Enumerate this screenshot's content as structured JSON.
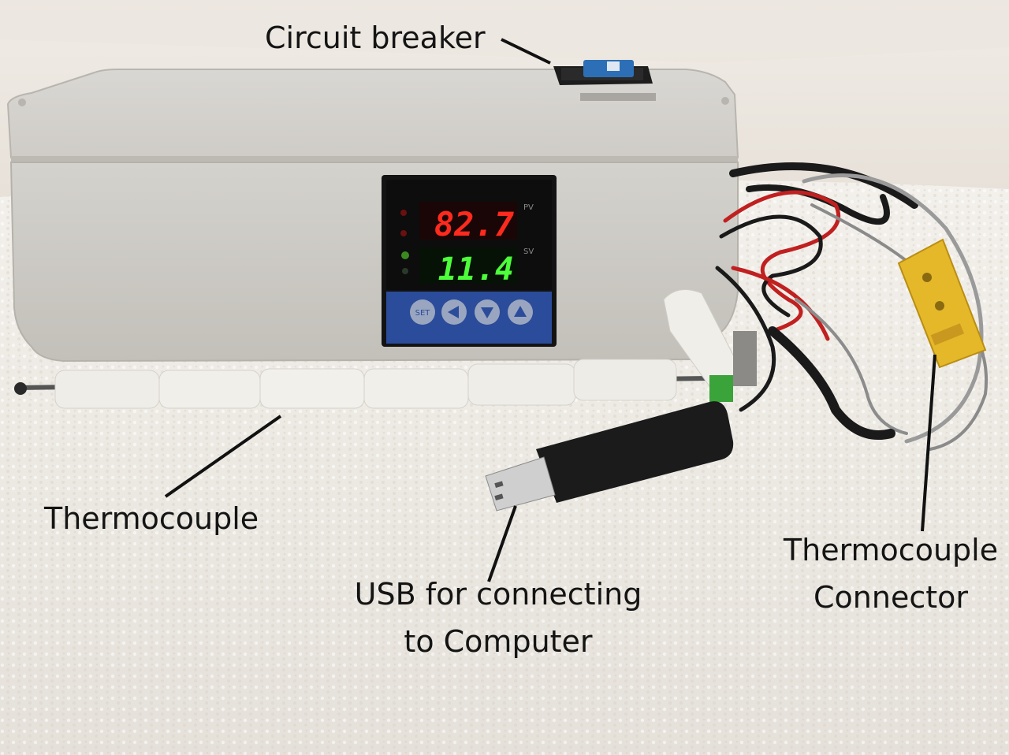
{
  "controller_display": {
    "pv_label": "PV",
    "pv_value": "82.7",
    "sv_label": "SV",
    "sv_value": "11.4",
    "set_button_label": "SET",
    "buttons": [
      "set-button",
      "left-arrow-icon",
      "down-arrow-icon",
      "up-arrow-icon"
    ],
    "pv_color": "#ff2a1e",
    "sv_color": "#4cff3a"
  },
  "annotations": {
    "circuit_breaker": "Circuit breaker",
    "thermocouple": "Thermocouple",
    "usb": [
      "USB for connecting",
      "to Computer"
    ],
    "thermocouple_connector": [
      "Thermocouple",
      "Connector"
    ]
  },
  "colors": {
    "enclosure": "#cfccc6",
    "towel": "#eeeae4",
    "connector": "#e5b82a",
    "breaker_switch": "#2d6fb6"
  }
}
